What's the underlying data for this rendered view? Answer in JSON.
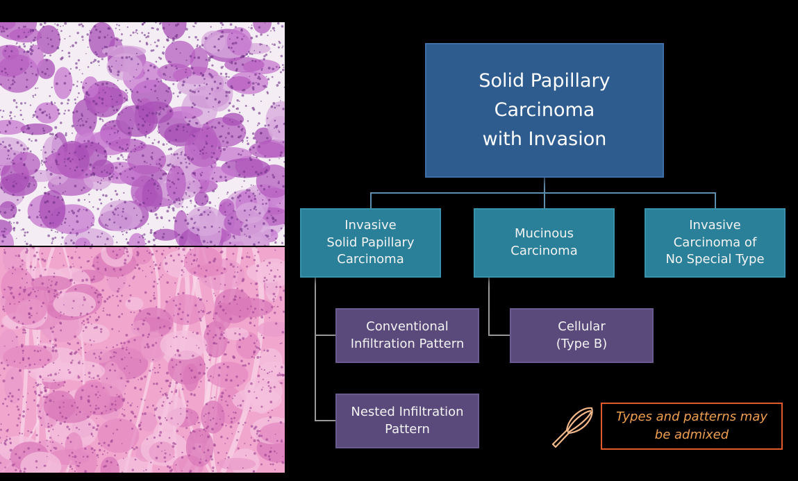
{
  "diagram": {
    "root": {
      "label": "Solid Papillary Carcinoma\nwith Invasion"
    },
    "types": [
      {
        "label": "Invasive\nSolid Papillary\nCarcinoma"
      },
      {
        "label": "Mucinous\nCarcinoma"
      },
      {
        "label": "Invasive\nCarcinoma of\nNo Special Type"
      }
    ],
    "patterns": [
      {
        "label": "Conventional\nInfiltration Pattern"
      },
      {
        "label": "Nested Infiltration\nPattern"
      }
    ],
    "mucinous_subtype": {
      "label": "Cellular\n(Type B)"
    },
    "note": {
      "label": "Types and patterns may\nbe admixed"
    }
  },
  "icons": {
    "note_icon": "whisk-icon"
  },
  "colors": {
    "root_box": "#2f5c8f",
    "type_box": "#2b8099",
    "pattern_box": "#5a4a7c",
    "note_border": "#e05a2a",
    "note_text": "#f0a050"
  }
}
